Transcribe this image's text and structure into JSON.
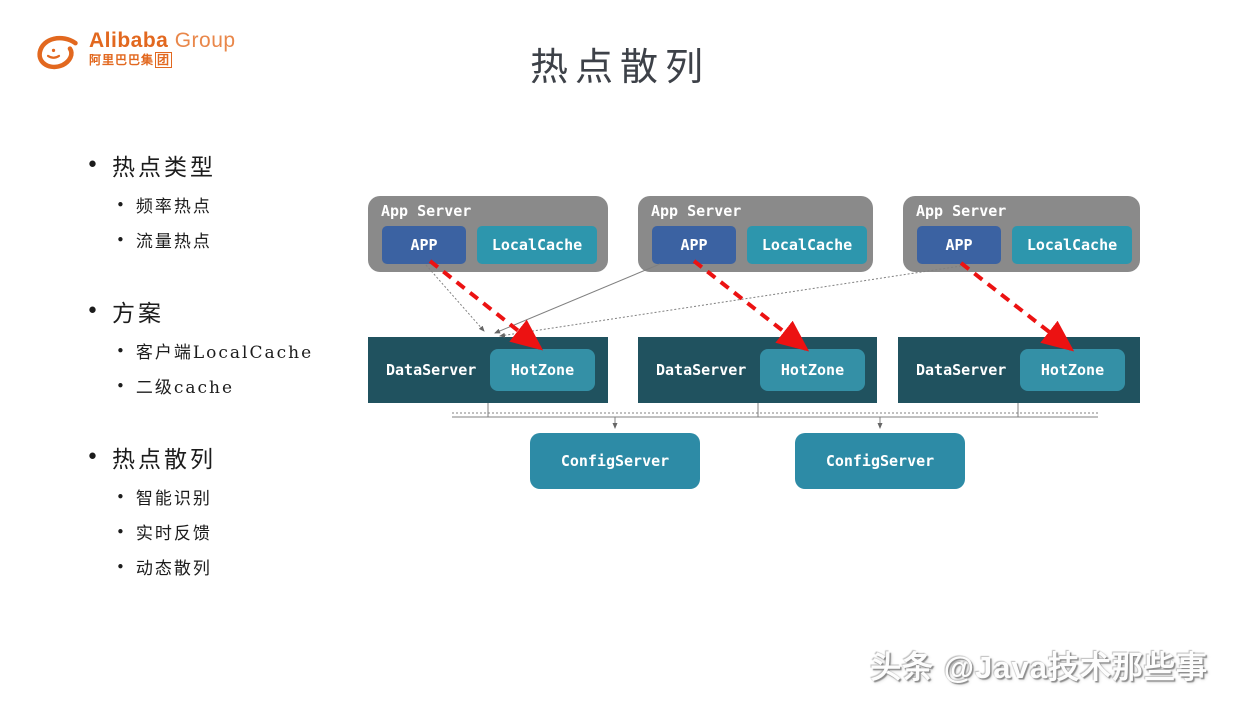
{
  "logo": {
    "name": "Alibaba",
    "suffix": "Group",
    "cn_text": "阿里巴巴集",
    "cn_boxed": "团"
  },
  "title": "热点散列",
  "outline": {
    "groups": [
      {
        "label": "热点类型",
        "items": [
          "频率热点",
          "流量热点"
        ]
      },
      {
        "label": "方案",
        "items": [
          "客户端LocalCache",
          "二级cache"
        ]
      },
      {
        "label": "热点散列",
        "items": [
          "智能识别",
          "实时反馈",
          "动态散列"
        ]
      }
    ]
  },
  "diagram": {
    "app_servers": [
      {
        "title": "App Server",
        "app": "APP",
        "cache": "LocalCache"
      },
      {
        "title": "App Server",
        "app": "APP",
        "cache": "LocalCache"
      },
      {
        "title": "App Server",
        "app": "APP",
        "cache": "LocalCache"
      }
    ],
    "data_servers": [
      {
        "title": "DataServer",
        "hotzone": "HotZone"
      },
      {
        "title": "DataServer",
        "hotzone": "HotZone"
      },
      {
        "title": "DataServer",
        "hotzone": "HotZone"
      }
    ],
    "config_servers": [
      {
        "label": "ConfigServer"
      },
      {
        "label": "ConfigServer"
      }
    ]
  },
  "watermark": "头条 @Java技术那些事",
  "colors": {
    "logo_orange": "#e2681f",
    "title_gray": "#3d4148",
    "server_gray": "#8a8a8a",
    "app_blue": "#3b62a2",
    "cache_teal": "#2d96ad",
    "dataserver_teal": "#20525f",
    "hotzone_teal": "#3490a6",
    "configserver_teal": "#2d8ba6",
    "arrow_red": "#ec1212",
    "line_gray": "#808080"
  }
}
